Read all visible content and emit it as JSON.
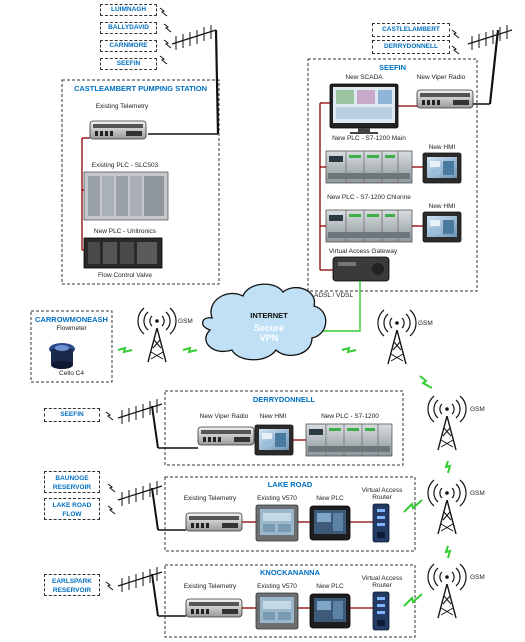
{
  "colors": {
    "accent": "#0070c0",
    "link_green": "#33cc33",
    "cable": "#8b0000",
    "cloud": "#bfe0f5"
  },
  "tags": {
    "luimnagh": "LUIMNAGH",
    "ballydavid": "BALLYDAVID",
    "carnmore": "CARNMORE",
    "seefin_top": "SEEFIN",
    "castlelambert": "CASTLELAMBERT",
    "derrydonnell": "DERRYDONNELL",
    "seefin_left": "SEEFIN",
    "baunoge": "BAUNOGE RESERVOIR",
    "lake_road_flow": "LAKE ROAD FLOW",
    "earlspark": "EARLSPARK RESERVOIR"
  },
  "castlelambert_station": {
    "title": "CASTLEAMBERT PUMPING STATION",
    "telemetry": "Existing Telemetry",
    "plc": "Existing PLC - SLC503",
    "new_plc": "New PLC - Unitronics",
    "valve": "Flow Control Valve"
  },
  "seefin": {
    "title": "SEEFIN",
    "scada": "New SCADA",
    "radio": "New Viper Radio",
    "plc_main": "New PLC - S7-1200 Main",
    "hmi1": "New HMI",
    "plc_chlorine": "New PLC - S7-1200 Chlorine",
    "hmi2": "New HMI",
    "gateway": "Virtual Access Gateway",
    "adsl": "ADSL / VDSL"
  },
  "internet": {
    "title": "INTERNET",
    "vpn_line1": "Secure",
    "vpn_line2": "VPN"
  },
  "carrowmoneash": {
    "title": "CARROWMONEASH",
    "subtitle": "Flowmeter",
    "device": "Cello C4"
  },
  "gsm": "GSM",
  "derrydonnell_site": {
    "title": "DERRYDONNELL",
    "radio": "New Viper Radio",
    "hmi": "New HMI",
    "plc": "New PLC - S7-1200"
  },
  "lake_road": {
    "title": "LAKE ROAD",
    "telemetry": "Existing Telemetry",
    "v570": "Existing V570",
    "new_plc": "New PLC",
    "router": "Virtual Access Router"
  },
  "knockananna": {
    "title": "KNOCKANANNA",
    "telemetry": "Existing Telemetry",
    "v570": "Existing V570",
    "new_plc": "New PLC",
    "router": "Virtual Access Router"
  }
}
